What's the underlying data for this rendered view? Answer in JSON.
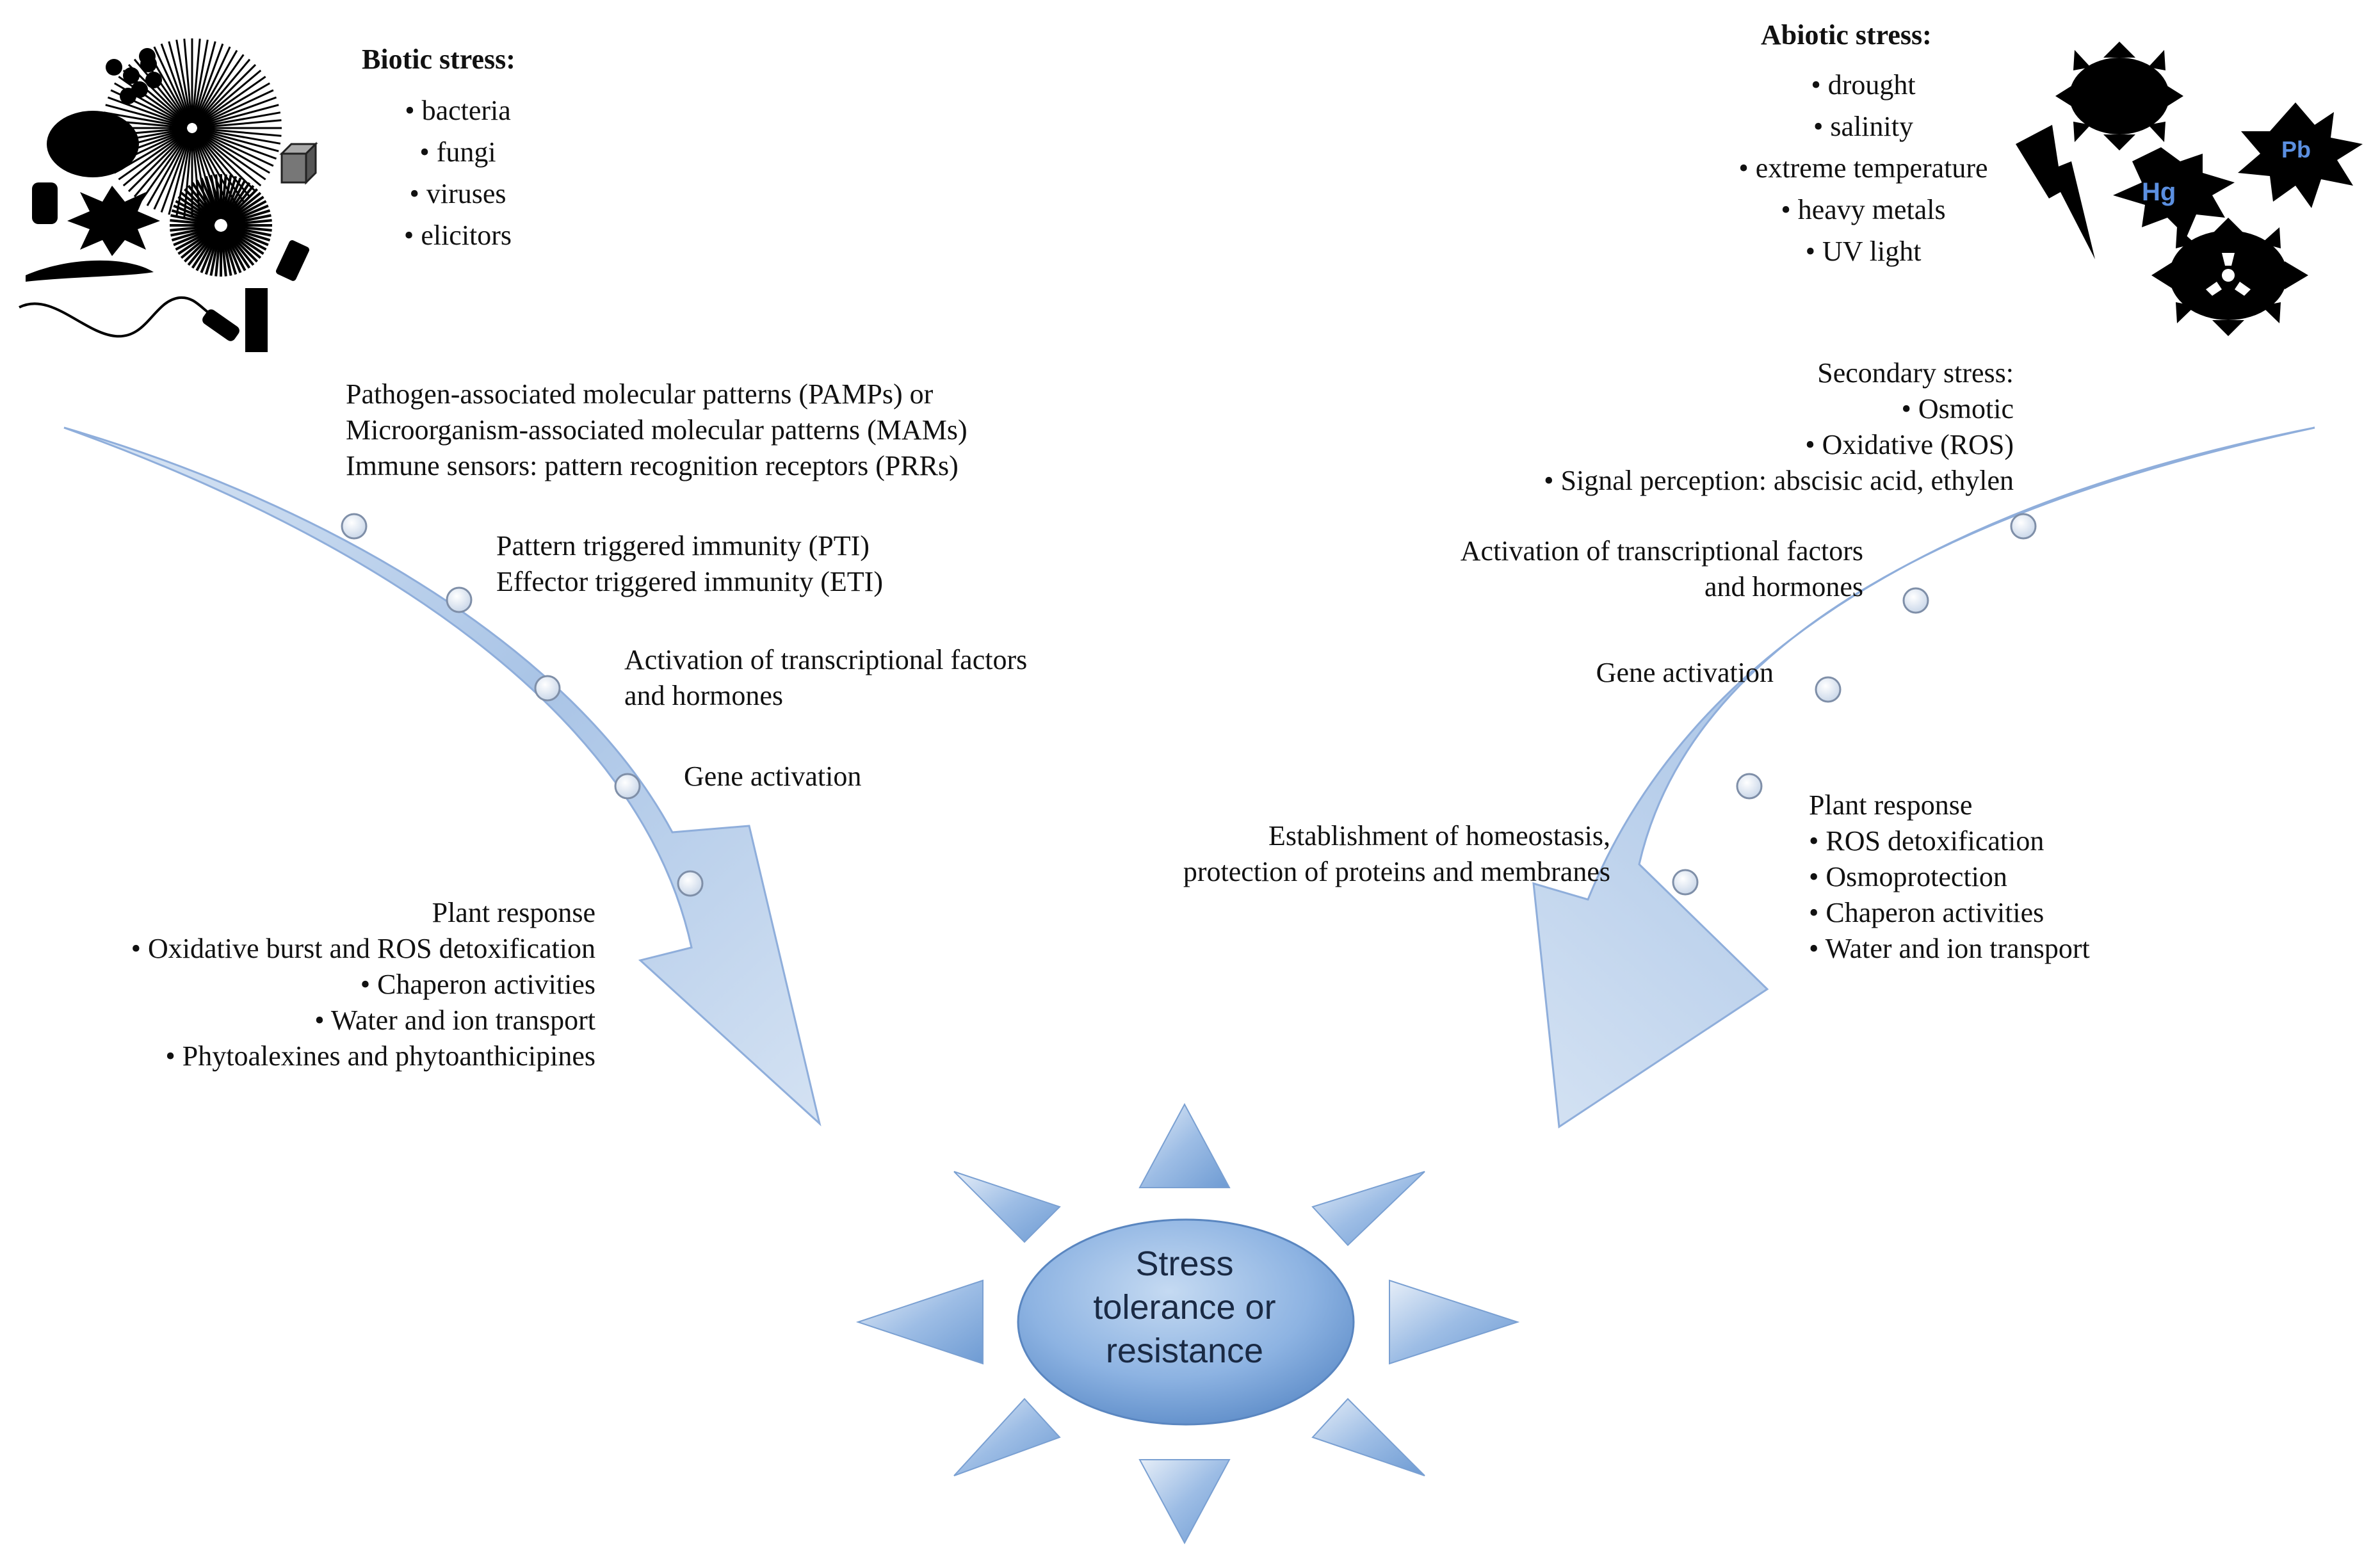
{
  "biotic": {
    "title": "Biotic stress:",
    "items": [
      "• bacteria",
      "• fungi",
      "• viruses",
      "• elicitors"
    ]
  },
  "abiotic": {
    "title": "Abiotic stress:",
    "items": [
      "• drought",
      "• salinity",
      "• extreme  temperature",
      "• heavy metals",
      "• UV  light"
    ],
    "metal_labels": [
      "Pb",
      "Hg"
    ]
  },
  "left_path": {
    "pamps": [
      "Pathogen-associated molecular patterns (PAMPs) or",
      "Microorganism-associated molecular  patterns (MAMs)",
      "Immune  sensors: pattern recognition receptors (PRRs)"
    ],
    "immunity": [
      "Pattern triggered immunity  (PTI)",
      "Effector  triggered immunity  (ETI)"
    ],
    "activation": [
      "Activation of transcriptional factors",
      "and hormones"
    ],
    "gene": "Gene  activation",
    "response": [
      "Plant response",
      "• Oxidative  burst and ROS  detoxification",
      "• Chaperon activities",
      "• Water and ion transport",
      "• Phytoalexines  and  phytoanthicipines"
    ]
  },
  "right_path": {
    "secondary": [
      "Secondary stress:",
      "• Osmotic",
      "• Oxidative  (ROS)",
      "• Signal perception: abscisic acid, ethylen"
    ],
    "activation": [
      "Activation of transcriptional factors",
      "and hormones"
    ],
    "gene": "Gene  activation",
    "homeostasis": [
      "Establishment of homeostasis,",
      "protection of proteins and membranes"
    ],
    "response": [
      "Plant response",
      "• ROS  detoxification",
      "• Osmoprotection",
      "• Chaperon activities",
      "• Water and ion transport"
    ]
  },
  "center": {
    "label": [
      "Stress",
      "tolerance or",
      "resistance"
    ]
  },
  "colors": {
    "arrow_fill": "#a9c4e6",
    "arrow_edge": "#8faedb",
    "ellipse": "#8db3e2",
    "text": "#111111",
    "icon": "#000000"
  }
}
